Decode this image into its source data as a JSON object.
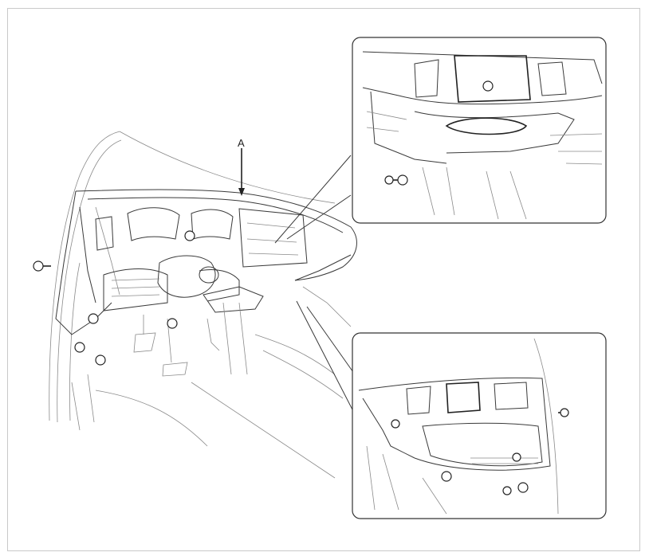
{
  "diagram": {
    "callout_label": "A"
  },
  "icons": {
    "bolt": "bolt-icon",
    "dashboard": "dashboard-assembly-icon",
    "detail_top": "detail-view-center-fascia",
    "detail_bottom": "detail-view-glove-box-side"
  }
}
